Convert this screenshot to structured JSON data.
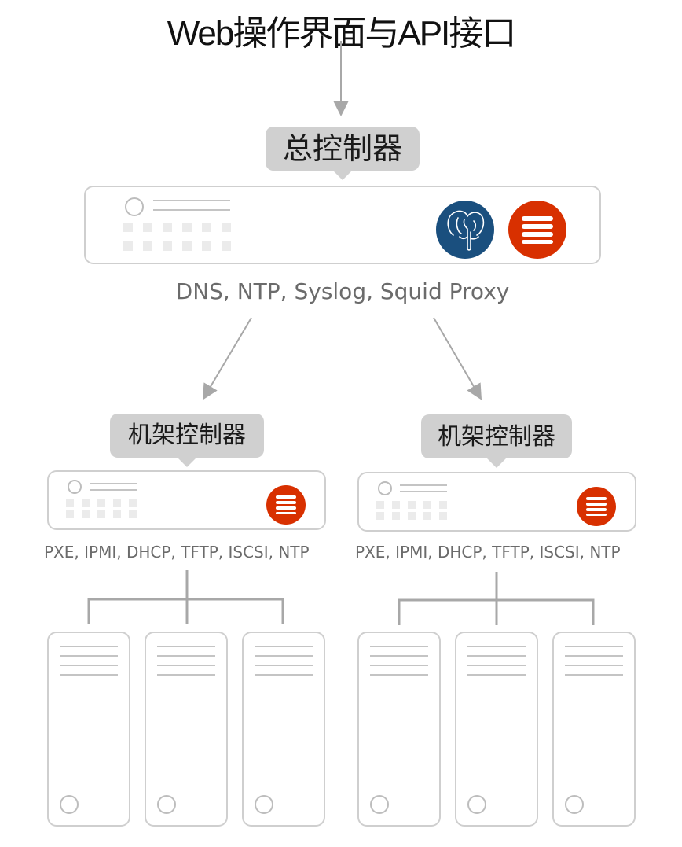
{
  "title": "Web操作界面与API接口",
  "region_controller": {
    "label": "总控制器",
    "services": "DNS, NTP, Syslog, Squid Proxy",
    "icons": [
      "postgresql-elephant-icon",
      "stack-menu-icon"
    ]
  },
  "rack_controllers": [
    {
      "label": "机架控制器",
      "services": "PXE, IPMI, DHCP, TFTP, ISCSI, NTP",
      "machines": 3
    },
    {
      "label": "机架控制器",
      "services": "PXE, IPMI, DHCP, TFTP, ISCSI, NTP",
      "machines": 3
    }
  ],
  "colors": {
    "bubble": "#d0d0d0",
    "outline": "#cfcfcf",
    "arrow": "#a8a8a8",
    "postgres_blue": "#1a4f7e",
    "accent_red": "#d83000",
    "service_text": "#6b6b6b"
  }
}
